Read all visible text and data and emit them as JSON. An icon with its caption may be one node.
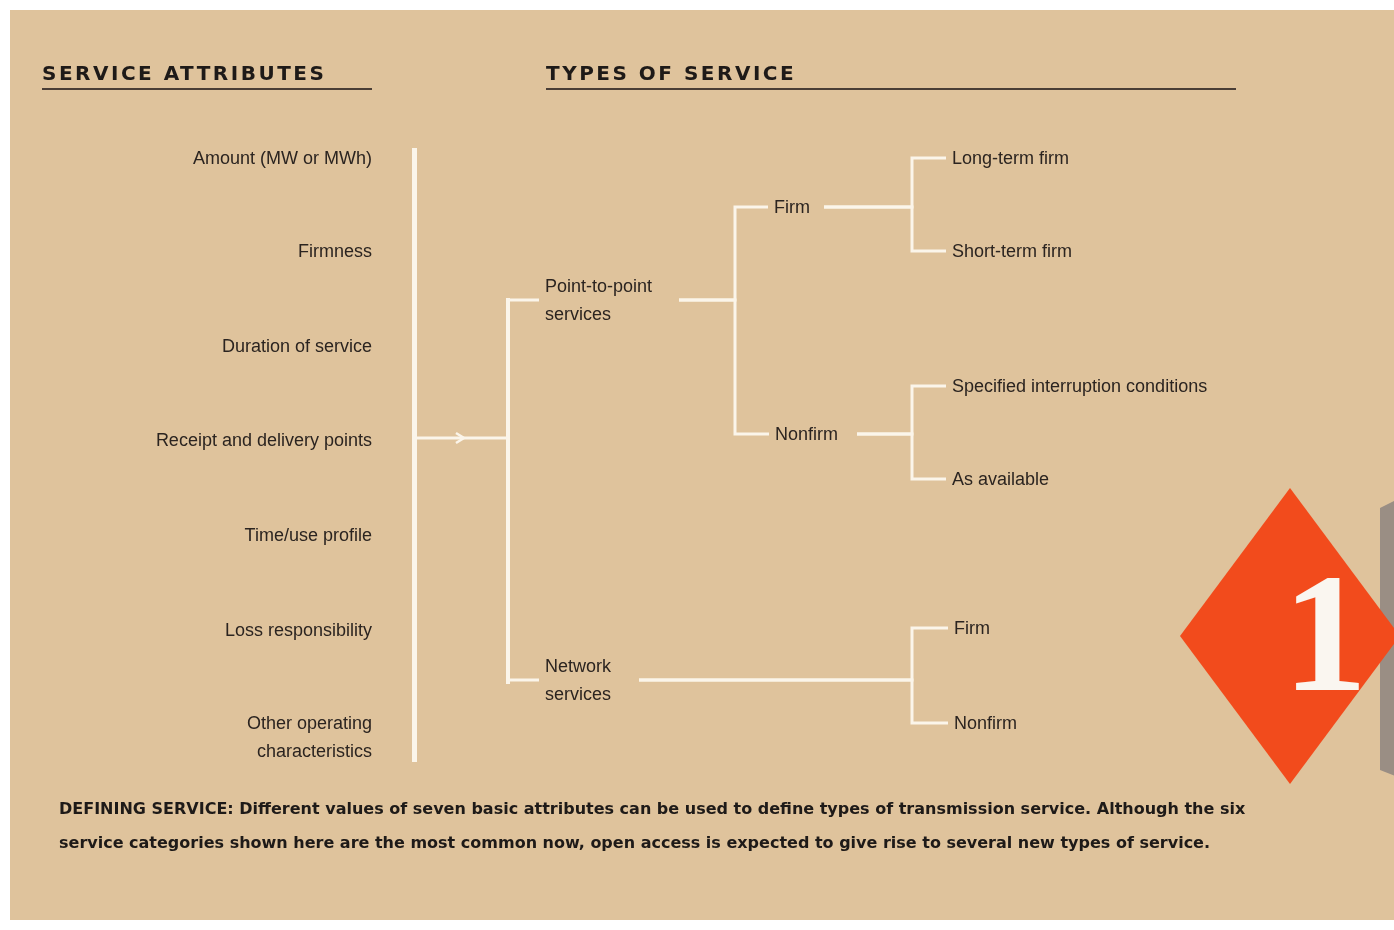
{
  "diagram": {
    "caption": "DEFINING SERVICE: Different values of seven basic attributes can be used to define types of transmission service. Although the six service categories shown here are the most common now, open access is expected to give rise to several new types of service.",
    "nodes": [
      {
        "text": [],
        "shape": "bar"
      },
      {
        "text": [],
        "shape": "bar"
      },
      {
        "text": [
          "Point-to-point services"
        ]
      },
      {
        "text": [
          "Network services"
        ]
      },
      {
        "text": [
          "Firm"
        ]
      },
      {
        "text": [
          "Nonfirm"
        ]
      },
      {
        "text": [
          "Long-term firm"
        ]
      },
      {
        "text": [
          "Short-term firm"
        ]
      },
      {
        "text": [
          "Specified interruption conditions"
        ]
      },
      {
        "text": [
          "As available"
        ]
      },
      {
        "text": [
          "Firm"
        ]
      },
      {
        "text": [
          "Nonfirm"
        ]
      },
      {
        "text": [
          "1"
        ]
      }
    ],
    "edges": [
      {
        "from": 0,
        "to": 1,
        "arrow": "to"
      },
      {
        "from": 1,
        "to": 2,
        "arrow": "none"
      },
      {
        "from": 1,
        "to": 3,
        "arrow": "none"
      },
      {
        "from": 2,
        "to": 4,
        "arrow": "none"
      },
      {
        "from": 2,
        "to": 5,
        "arrow": "none"
      },
      {
        "from": 4,
        "to": 6,
        "arrow": "none"
      },
      {
        "from": 4,
        "to": 7,
        "arrow": "none"
      },
      {
        "from": 5,
        "to": 8,
        "arrow": "none"
      },
      {
        "from": 5,
        "to": 9,
        "arrow": "none"
      },
      {
        "from": 3,
        "to": 10,
        "arrow": "none"
      },
      {
        "from": 3,
        "to": 11,
        "arrow": "none"
      }
    ],
    "labels": [
      "SERVICE ATTRIBUTES",
      "TYPES OF SERVICE",
      "Amount (MW or MWh)",
      "Firmness",
      "Duration of service",
      "Receipt and delivery points",
      "Time/use profile",
      "Loss responsibility",
      "Other operating characteristics"
    ]
  }
}
